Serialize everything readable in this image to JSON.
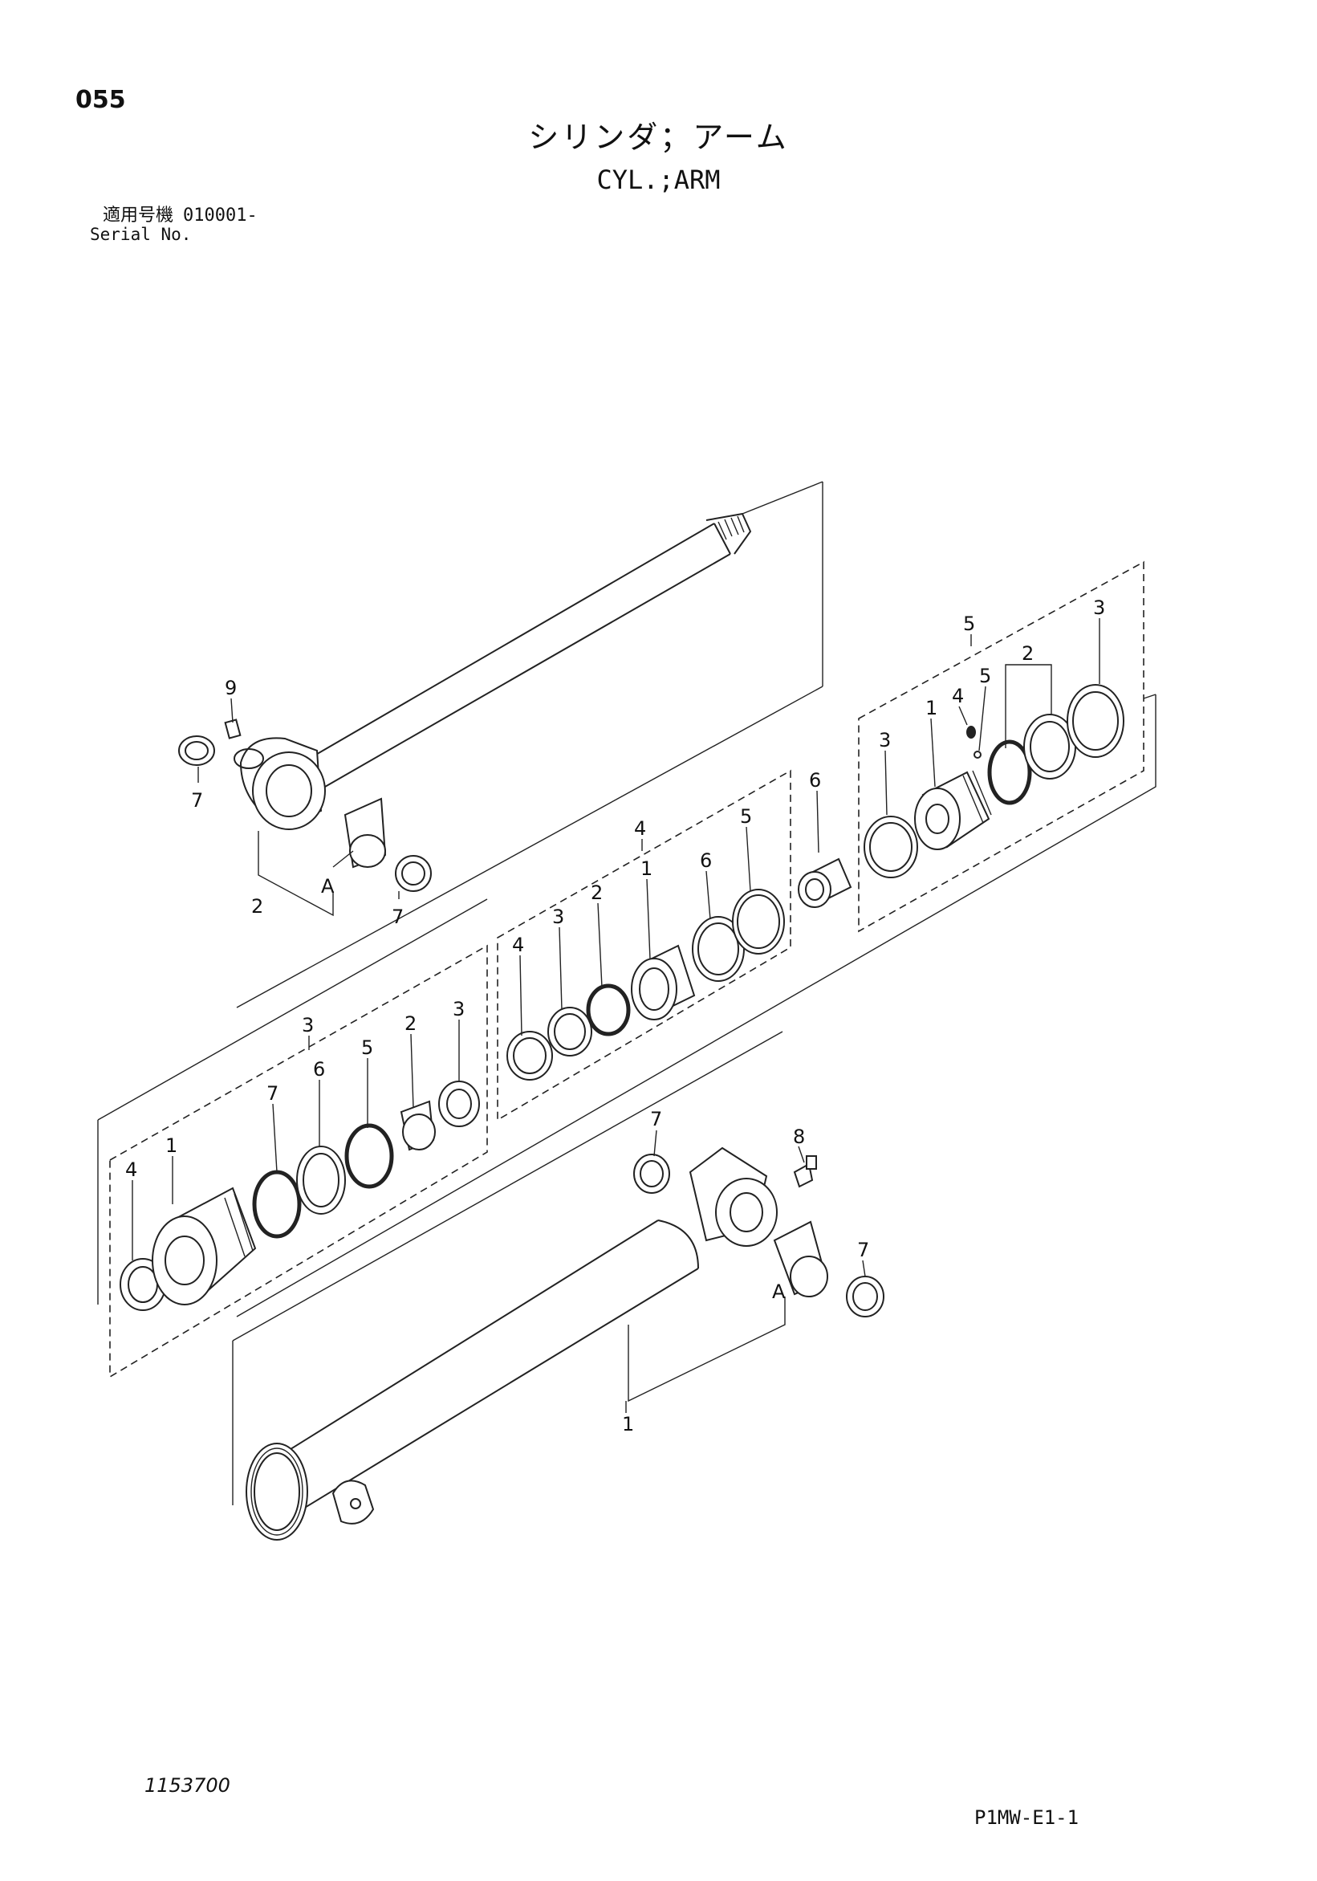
{
  "header": {
    "page_number": "055",
    "title_jp": "シリンダ；アーム",
    "title_en": "CYL.;ARM",
    "serial_label_jp": "適用号機",
    "serial_value": "010001-",
    "serial_label_en": "Serial No."
  },
  "footer": {
    "document_number": "1153700",
    "sheet_code": "P1MW-E1-1"
  },
  "callouts": {
    "rod_assembly": {
      "rod": "2",
      "grease_fitting": "9",
      "bushing": "A",
      "seal_left": "7",
      "seal_right": "7"
    },
    "gland_assembly": {
      "group": "3",
      "gland": "1",
      "ring_4": "4",
      "oring_7": "7",
      "ring_6": "6",
      "ring_5": "5",
      "bushing_2": "2",
      "seal_3": "3"
    },
    "piston_assembly": {
      "group": "4",
      "ring_4": "4",
      "ring_3": "3",
      "ring_2": "2",
      "piston_1": "1",
      "ring_6": "6",
      "ring_5": "5"
    },
    "cushion_collar": {
      "collar": "6"
    },
    "nut_assembly": {
      "group": "5",
      "ring_3": "3",
      "nut_1": "1",
      "screw_4": "4",
      "ball_5": "5",
      "ring_2": "2",
      "ring_3b": "3"
    },
    "tube_assembly": {
      "tube": "1",
      "seal_top": "7",
      "grease_fitting": "8",
      "bushing": "A",
      "seal_right": "7"
    }
  }
}
